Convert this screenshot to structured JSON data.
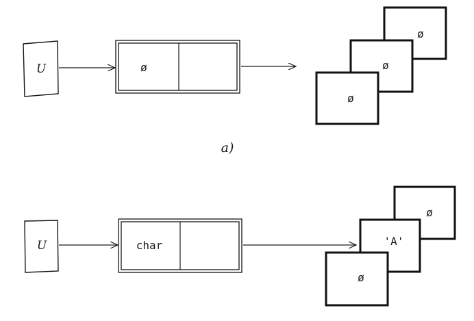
{
  "diagram_a": {
    "source_label": "U",
    "cell_left": "ø",
    "boxes": [
      "ø",
      "ø",
      "ø"
    ]
  },
  "caption_a": "a)",
  "diagram_b": {
    "source_label": "U",
    "cell_left": "char",
    "boxes": [
      "ø",
      "'A'",
      "ø"
    ]
  }
}
